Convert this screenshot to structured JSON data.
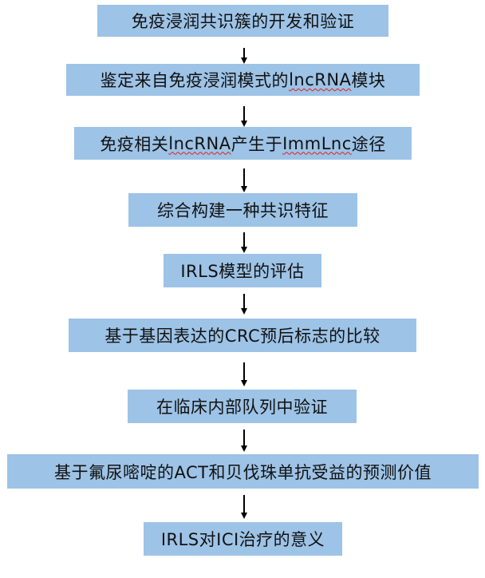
{
  "steps": [
    {
      "text": "免疫浸润共识簇的开发和验证"
    },
    {
      "pre": "鉴定来自免疫浸润模式的",
      "mark": "lncRNA",
      "post": "模块"
    },
    {
      "pre": "免疫相关",
      "mark": "lncRNA",
      "mid": "产生于",
      "mark2": "ImmLnc",
      "post": "途径"
    },
    {
      "text": "综合构建一种共识特征"
    },
    {
      "text": "IRLS模型的评估"
    },
    {
      "text": "基于基因表达的CRC预后标志的比较"
    },
    {
      "text": "在临床内部队列中验证"
    },
    {
      "text": "基于氟尿嘧啶的ACT和贝伐珠单抗受益的预测价值"
    },
    {
      "text": "IRLS对ICI治疗的意义"
    }
  ],
  "colors": {
    "box_fill": "#9dc3e6",
    "arrow": "#000000",
    "spellcheck_underline": "#e0201b"
  }
}
